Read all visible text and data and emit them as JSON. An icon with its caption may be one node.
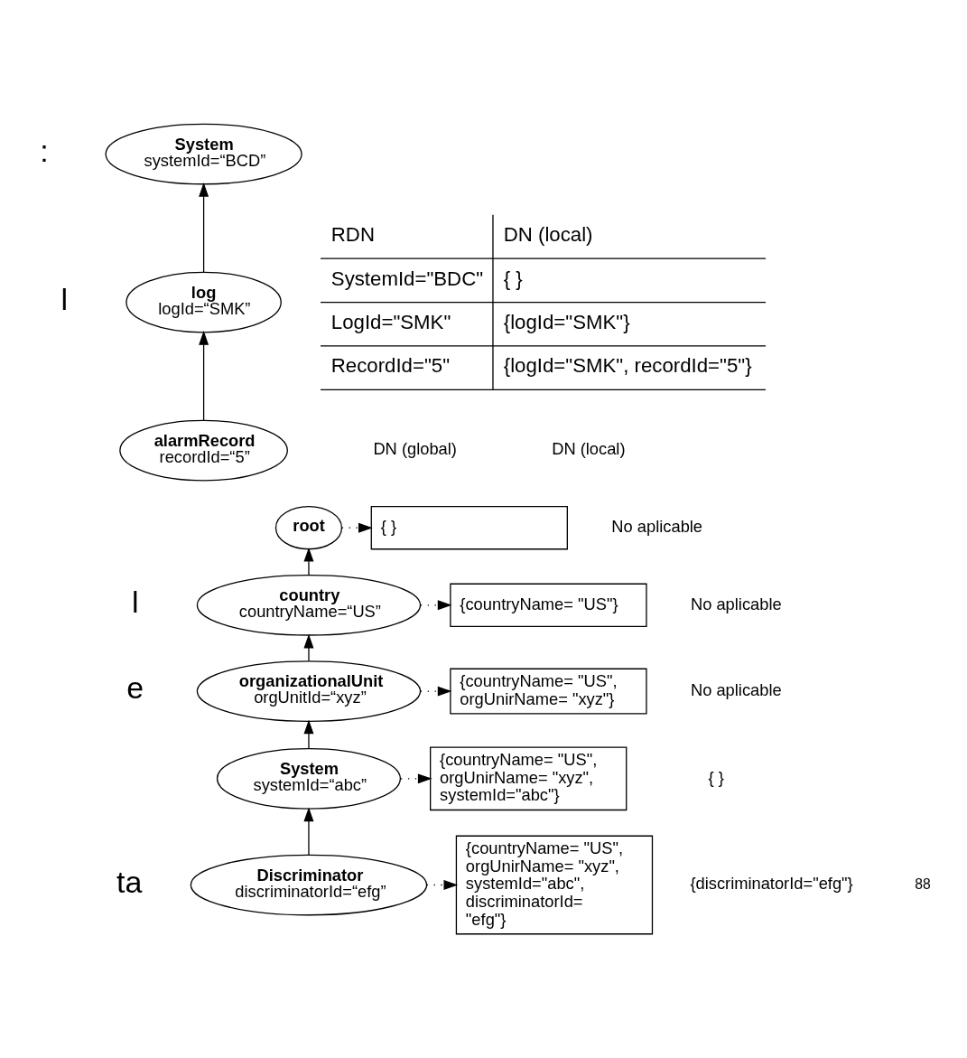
{
  "diagram": {
    "nodes": [
      {
        "text": [
          "System",
          "systemId=“BCD”"
        ]
      },
      {
        "text": [
          "log",
          "logId=“SMK”"
        ]
      },
      {
        "text": [
          "alarmRecord",
          "recordId=“5”"
        ]
      },
      {
        "text": [
          "root"
        ]
      },
      {
        "text": [
          "country",
          "countryName=“US”"
        ]
      },
      {
        "text": [
          "organizationalUnit",
          "orgUnitId=“xyz”"
        ]
      },
      {
        "text": [
          "System",
          "systemId=“abc”"
        ]
      },
      {
        "text": [
          "Discriminator",
          "discriminatorId=“efg”"
        ]
      },
      {
        "text": [
          "{ }"
        ]
      },
      {
        "text": [
          "{countryName= \"US\"}"
        ]
      },
      {
        "text": [
          "{countryName= \"US\", orgUnirName= \"xyz\"}"
        ]
      },
      {
        "text": [
          "{countryName= \"US\", orgUnirName= \"xyz\", systemId=\"abc\"}"
        ]
      },
      {
        "text": [
          "{countryName= \"US\", orgUnirName= \"xyz\", systemId=\"abc\", discriminatorId= \"efg\"}"
        ]
      }
    ],
    "edges": [
      {
        "from": 1,
        "to": 0,
        "arrow": "to"
      },
      {
        "from": 2,
        "to": 1,
        "arrow": "to"
      },
      {
        "from": 3,
        "to": 8,
        "arrow": "to",
        "style": "dashed"
      },
      {
        "from": 4,
        "to": 3,
        "arrow": "to"
      },
      {
        "from": 4,
        "to": 9,
        "arrow": "to",
        "style": "dashed"
      },
      {
        "from": 5,
        "to": 4,
        "arrow": "to"
      },
      {
        "from": 5,
        "to": 10,
        "arrow": "to",
        "style": "dashed"
      },
      {
        "from": 6,
        "to": 5,
        "arrow": "to"
      },
      {
        "from": 6,
        "to": 11,
        "arrow": "to",
        "style": "dashed"
      },
      {
        "from": 7,
        "to": 6,
        "arrow": "to"
      },
      {
        "from": 7,
        "to": 12,
        "arrow": "to",
        "style": "dashed"
      }
    ],
    "labels": [
      "RDN",
      "DN (local)",
      "SystemId=\"BDC\"",
      "{ }",
      "LogId=\"SMK\"",
      "{logId=\"SMK\"}",
      "RecordId=\"5\"",
      "{logId=\"SMK\", recordId=\"5\"}",
      ":",
      "l",
      "DN (global)",
      "DN (local)",
      "No aplicable",
      "l",
      "No aplicable",
      "e",
      "No aplicable",
      "{ }",
      "ta",
      "{discriminatorId=\"efg\"}",
      "88"
    ]
  }
}
